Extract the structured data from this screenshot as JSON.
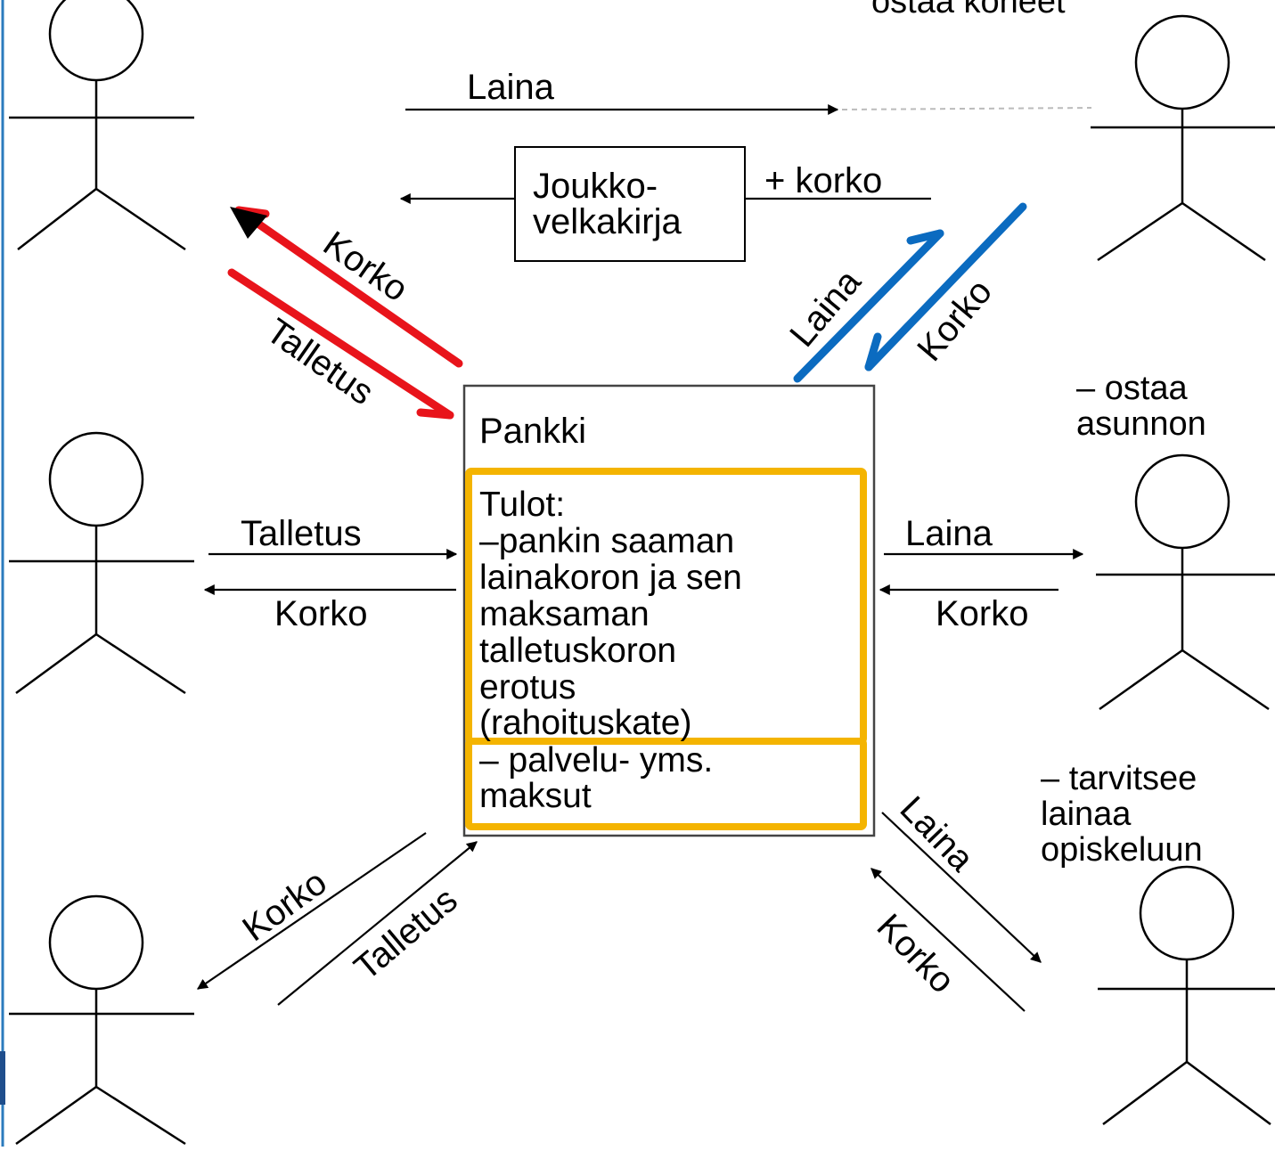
{
  "top_right_caption": "ostaa koneet",
  "mid_right_caption": [
    "– ostaa",
    "asunnon"
  ],
  "bottom_right_caption": [
    "– tarvitsee",
    "lainaa",
    "opiskeluun"
  ],
  "bond_box": [
    "Joukko-",
    "velkakirja"
  ],
  "bank": {
    "title": "Pankki",
    "income_lines": [
      "Tulot:",
      "–pankin saaman",
      "lainakoron ja sen",
      "maksaman",
      "talletuskoron",
      "erotus",
      "(rahoituskate)"
    ],
    "fee_lines": [
      "– palvelu- yms.",
      "maksut"
    ]
  },
  "flows": {
    "top_loan": "Laina",
    "plus_interest": "+ korko",
    "red_interest": "Korko",
    "red_deposit": "Talletus",
    "blue_loan": "Laina",
    "blue_interest": "Korko",
    "left_deposit": "Talletus",
    "left_interest": "Korko",
    "right_loan": "Laina",
    "right_interest": "Korko",
    "bl_interest": "Korko",
    "bl_deposit": "Talletus",
    "br_loan": "Laina",
    "br_interest": "Korko"
  },
  "colors": {
    "red_arrows": "#e8141b",
    "blue_arrows": "#0b6bc0",
    "highlight_boxes": "#f4b400"
  }
}
